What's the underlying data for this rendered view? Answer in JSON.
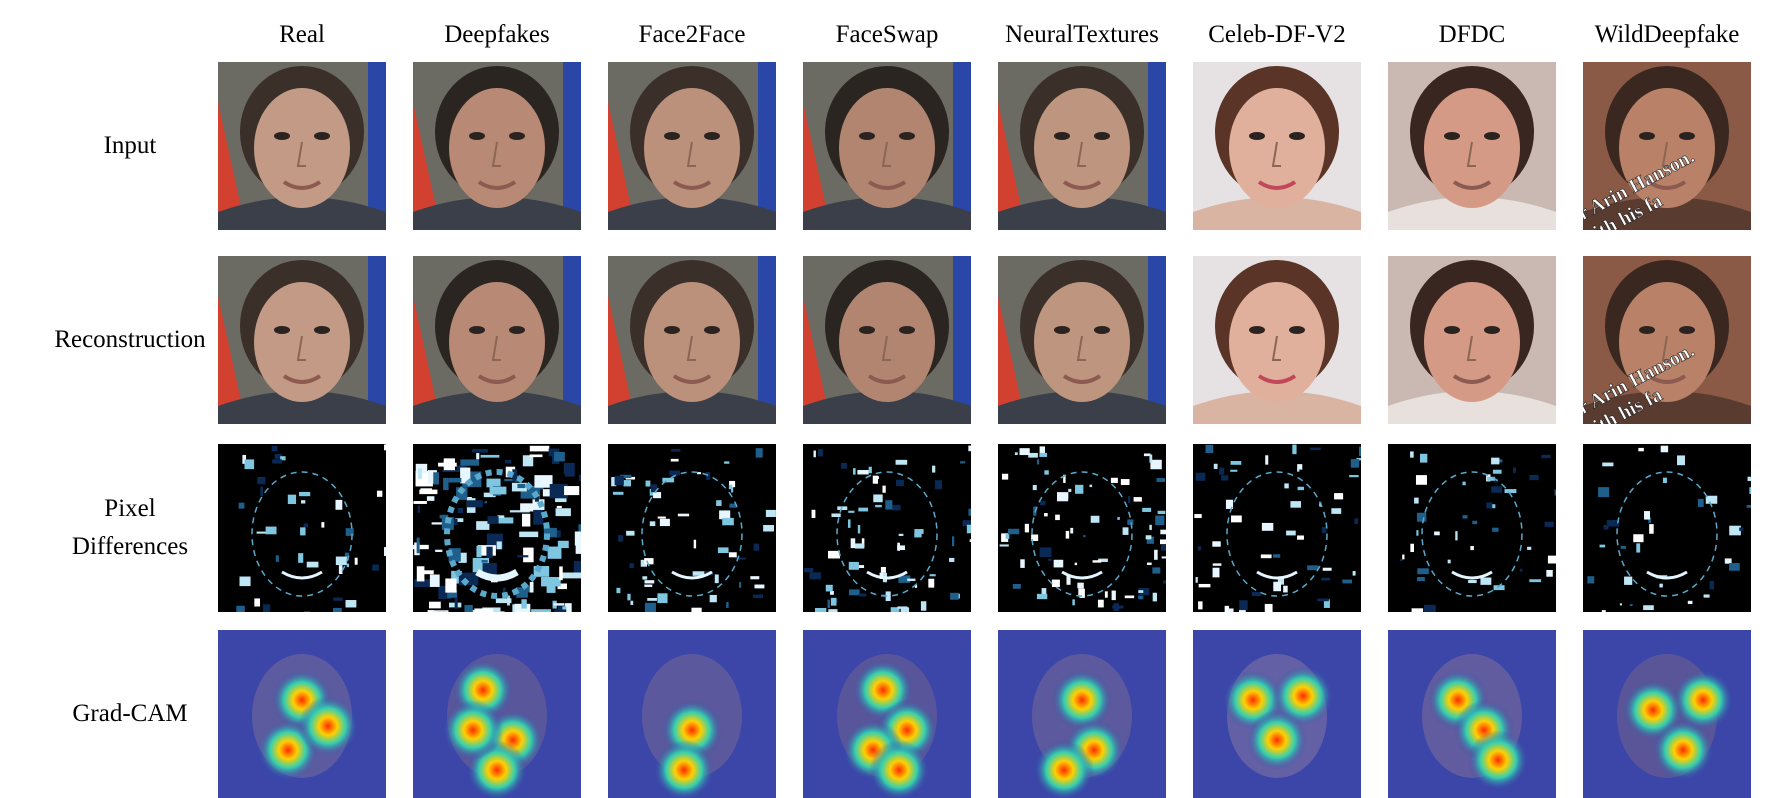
{
  "figure": {
    "columns": [
      "Real",
      "Deepfakes",
      "Face2Face",
      "FaceSwap",
      "NeuralTextures",
      "Celeb-DF-V2",
      "DFDC",
      "WildDeepfake"
    ],
    "rows": [
      {
        "label_lines": [
          "Input"
        ],
        "kind": "photo"
      },
      {
        "label_lines": [
          "Reconstruction"
        ],
        "kind": "photo"
      },
      {
        "label_lines": [
          "Pixel",
          "Differences"
        ],
        "kind": "diff"
      },
      {
        "label_lines": [
          "Grad-CAM"
        ],
        "kind": "cam"
      }
    ],
    "overlay_text": [
      "or Arin Hanson.",
      "with his fa"
    ]
  }
}
